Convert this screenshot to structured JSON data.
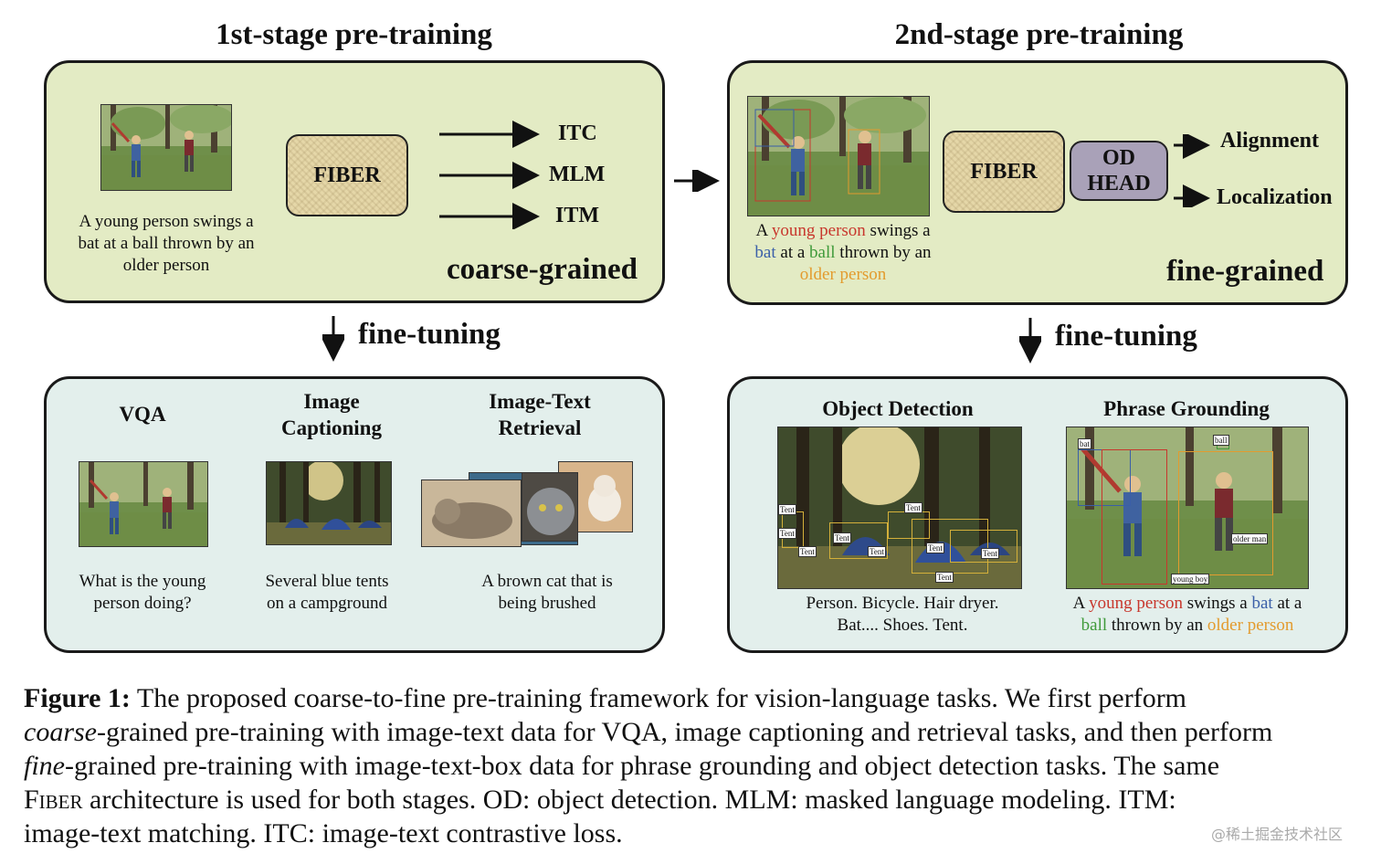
{
  "stage1": {
    "title": "1st-stage pre-training",
    "caption": "A young person swings a bat at a ball thrown by an older person",
    "caption_lines": [
      "A young person swings a",
      "bat at a ball thrown by an",
      "older person"
    ],
    "model": "FIBER",
    "outputs": [
      "ITC",
      "MLM",
      "ITM"
    ],
    "grain": "coarse-grained"
  },
  "stage2": {
    "title": "2nd-stage pre-training",
    "caption_parts": [
      {
        "text": "A ",
        "color": "#111111"
      },
      {
        "text": "young person",
        "color": "#c8372d"
      },
      {
        "text": " swings a",
        "color": "#111111"
      },
      {
        "text": "bat",
        "color": "#3a5fa8"
      },
      {
        "text": " at a ",
        "color": "#111111"
      },
      {
        "text": "ball",
        "color": "#3f9a3a"
      },
      {
        "text": " thrown by an",
        "color": "#111111"
      },
      {
        "text": "older person",
        "color": "#e39b2e"
      }
    ],
    "model": "FIBER",
    "head": [
      "OD",
      "HEAD"
    ],
    "outputs": [
      "Alignment",
      "Localization"
    ],
    "grain": "fine-grained"
  },
  "finetune_label": "fine-tuning",
  "coarse_tasks": [
    {
      "title_lines": [
        "VQA"
      ],
      "text_lines": [
        "What is the young",
        "person doing?"
      ]
    },
    {
      "title_lines": [
        "Image",
        "Captioning"
      ],
      "text_lines": [
        "Several blue tents",
        "on a campground"
      ]
    },
    {
      "title_lines": [
        "Image-Text",
        "Retrieval"
      ],
      "text_lines": [
        "A brown cat that is",
        "being brushed"
      ]
    }
  ],
  "fine_tasks": {
    "od": {
      "title": "Object Detection",
      "box_labels": [
        "Tent",
        "Tent",
        "Tent",
        "Tent",
        "Tent",
        "Tent",
        "Tent",
        "Tent",
        "Tent"
      ],
      "text_lines": [
        "Person. Bicycle. Hair dryer.",
        "Bat.... Shoes. Tent."
      ]
    },
    "pg": {
      "title": "Phrase Grounding",
      "box_labels": [
        "bat",
        "ball",
        "older man",
        "young boy"
      ],
      "line1_parts": [
        "A ",
        "young person",
        " swings a ",
        "bat",
        " at a"
      ],
      "line2_parts": [
        "ball",
        " thrown by an ",
        "older person"
      ]
    }
  },
  "figure_caption": {
    "label": "Figure 1:",
    "lines": [
      " The proposed coarse-to-fine pre-training framework for vision-language tasks.  We first perform",
      "-grained pre-training with image-text data for VQA, image captioning and retrieval tasks, and then perform",
      "-grained pre-training with image-text-box data for phrase grounding and object detection tasks. The same",
      " architecture is used for both stages.  OD: object detection.  MLM: masked language modeling.  ITM:",
      "image-text matching. ITC: image-text contrastive loss."
    ],
    "italic_coarse": "coarse",
    "italic_fine": "fine",
    "fiber_sc": "Fiber"
  },
  "watermark": "@稀土掘金技术社区",
  "colors": {
    "pretrain_bg": "#e3ebc4",
    "finetune_bg": "#e3efec",
    "fiber_box": "#e5d7a8",
    "od_head_box": "#a9a1b8",
    "red": "#c8372d",
    "blue": "#3a5fa8",
    "green": "#3f9a3a",
    "orange": "#e39b2e"
  },
  "icons": [
    "arrow-right-icon",
    "arrow-down-icon",
    "photo-baseball",
    "photo-tents",
    "photo-cats"
  ]
}
